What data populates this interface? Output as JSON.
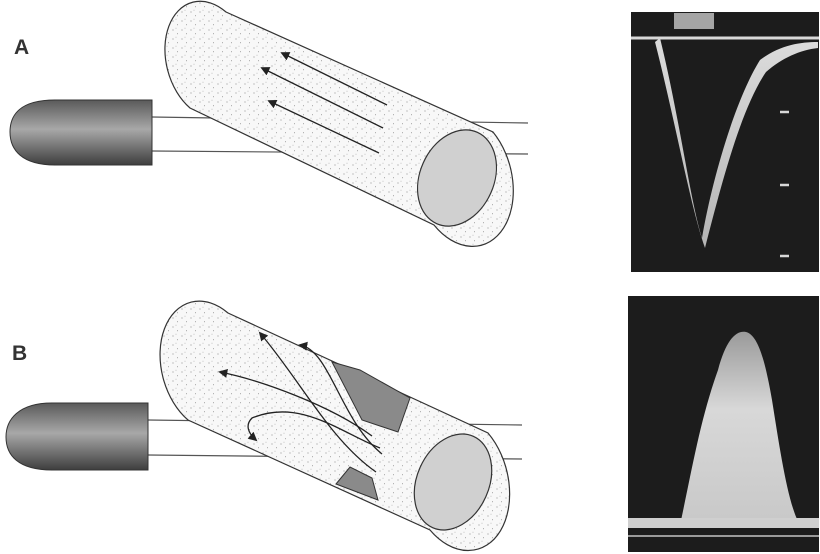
{
  "figure": {
    "panels": [
      {
        "label": "A",
        "flow": "laminar",
        "doppler_trace": "downward"
      },
      {
        "label": "B",
        "flow": "turbulent",
        "doppler_trace": "upward"
      }
    ]
  },
  "colors": {
    "probe_dark": "#4a4a4a",
    "probe_light": "#a8a8a8",
    "tube_fill": "#f7f7f7",
    "tube_end": "#cfcfcf",
    "plaque": "#8a8a8a",
    "spectrogram_bg": "#1c1c1c",
    "spectrogram_signal": "#dcdcdc"
  }
}
